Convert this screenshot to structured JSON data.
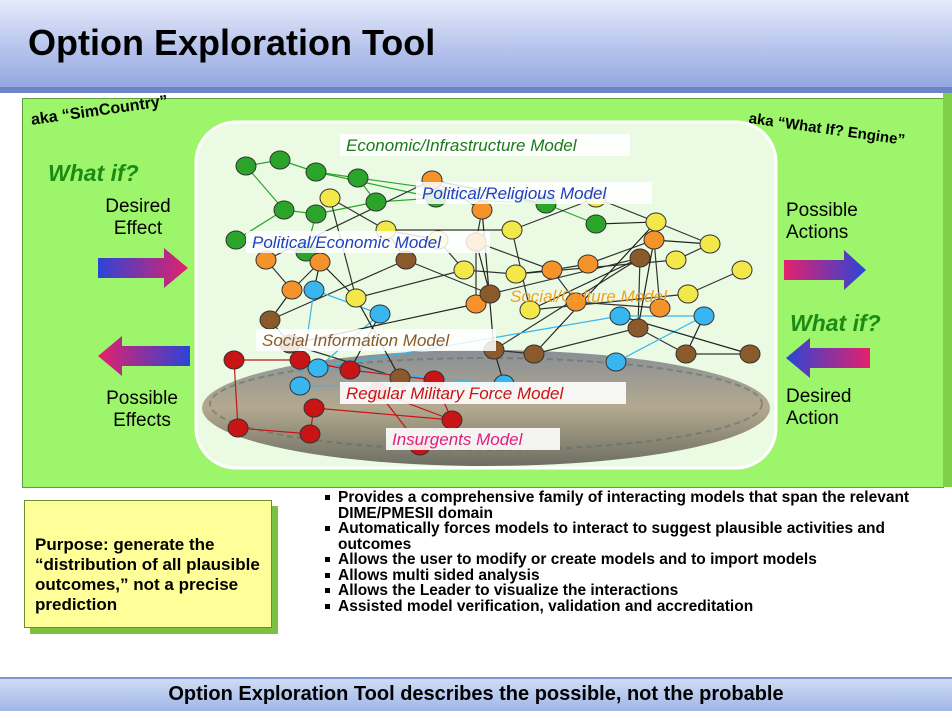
{
  "title": "Option Exploration Tool",
  "aka_left": "aka “SimCountry”",
  "aka_right": "aka “What If? Engine”",
  "left": {
    "what_if": "What if?",
    "desired_effect": "Desired\nEffect",
    "possible_effects": "Possible\nEffects"
  },
  "right": {
    "possible_actions": "Possible\nActions",
    "what_if": "What if?",
    "desired_action": "Desired\nAction"
  },
  "models": {
    "economic": "Economic/Infrastructure Model",
    "political_religious": "Political/Religious Model",
    "political_economic": "Political/Economic Model",
    "social_culture": "Social/Culture Model",
    "social_information": "Social Information Model",
    "regular_military": "Regular Military Force Model",
    "insurgents": "Insurgents Model"
  },
  "purpose": "Purpose: generate the “distribution of all plausible outcomes,” not a precise prediction",
  "bullets": [
    "Provides a comprehensive family of interacting models that span the relevant DIME/PMESII domain",
    "Automatically forces models to interact to suggest plausible activities and outcomes",
    "Allows the user to modify or create models and to import models",
    "Allows multi sided analysis",
    "Allows the Leader to visualize the interactions",
    "Assisted model verification, validation and accreditation"
  ],
  "footer": "Option Exploration Tool describes the possible, not the probable",
  "colors": {
    "panel_green": "#9cf56a",
    "economic_node": "#2aa52a",
    "political_node": "#f2e84a",
    "social_node": "#f5932a",
    "info_node": "#8a5a2b",
    "cyber_node": "#38b6f0",
    "military_node": "#c81414"
  }
}
